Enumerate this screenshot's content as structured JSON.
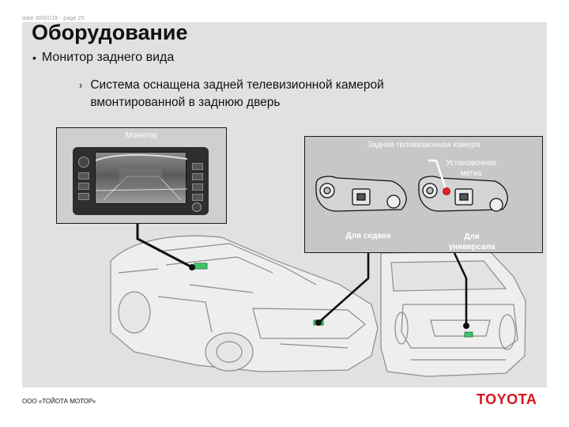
{
  "header": {
    "meta": "date 30/01/16 - page 25"
  },
  "slide": {
    "title": "Оборудование",
    "bullet1": "Монитор заднего вида",
    "bullet2_line1": "Система оснащена задней телевизионной камерой",
    "bullet2_line2": "вмонтированной в заднюю дверь"
  },
  "monitor": {
    "label": "Монитор"
  },
  "camera": {
    "title": "Задняя телевизионная камера",
    "mark_line1": "Установочная",
    "mark_line2": "метка",
    "caption_sedan": "Для седана",
    "caption_wagon_line1": "Для",
    "caption_wagon_line2": "универсала"
  },
  "footer": {
    "company": "ООО «ТОЙОТА МОТОР»",
    "logo": "TOYOTA"
  },
  "colors": {
    "panel": "#e1e1e1",
    "brand_red": "#d8131b",
    "mark_red": "#e8202a",
    "camera_green": "#3fc46a"
  },
  "icons": {
    "bullet": "•",
    "chevron": "›"
  }
}
